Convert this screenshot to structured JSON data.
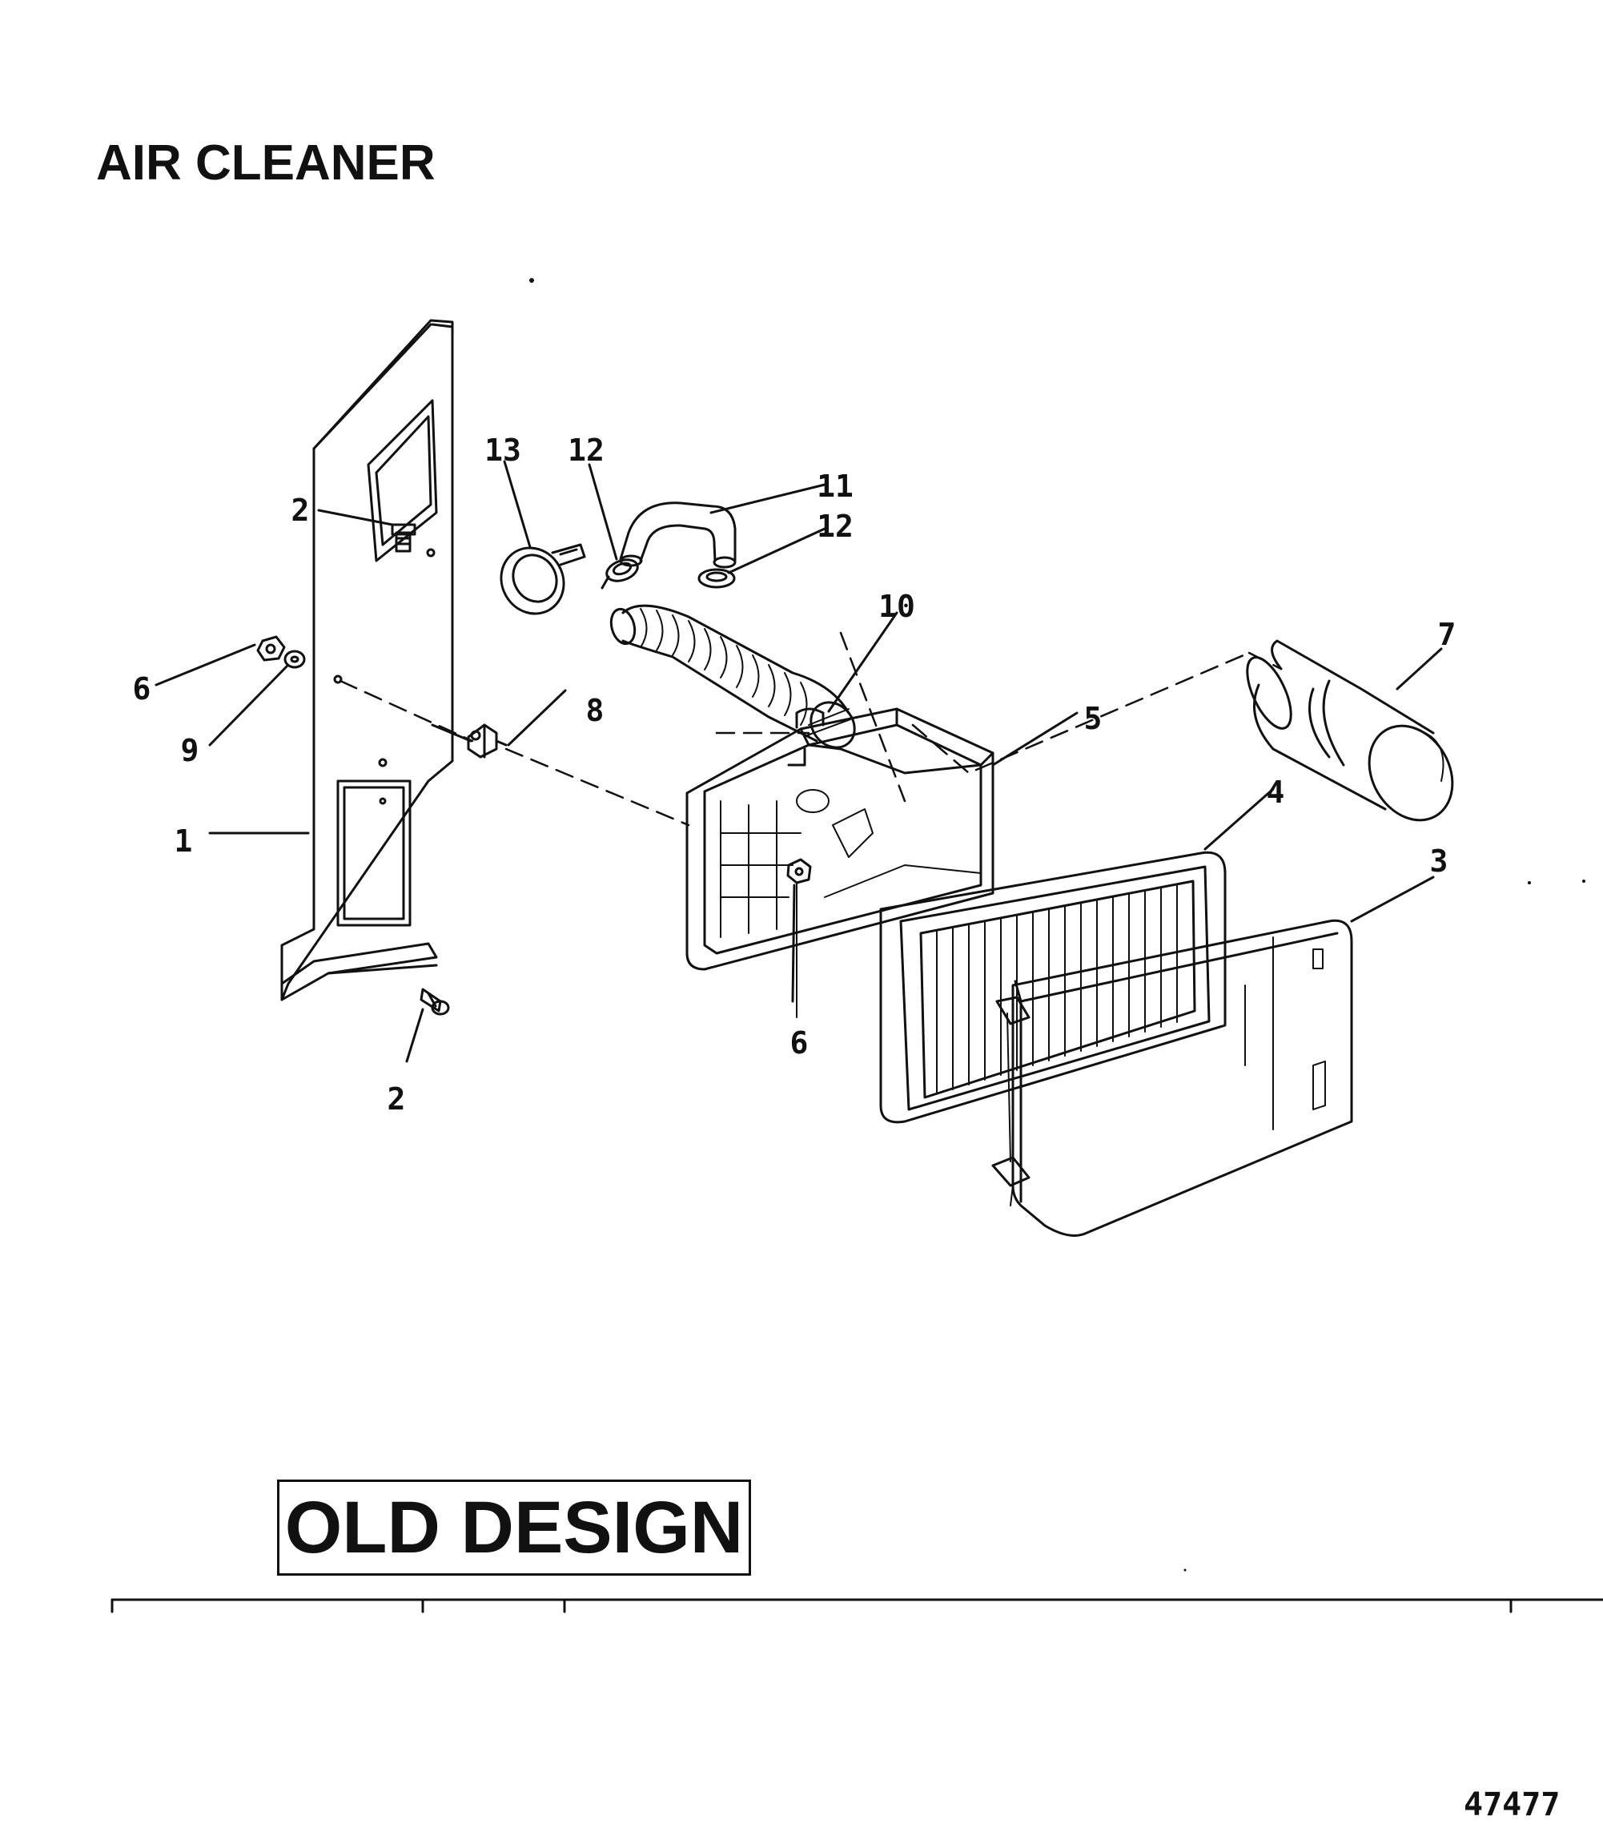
{
  "title": "AIR CLEANER",
  "design_label": "OLD DESIGN",
  "drawing_number": "47477",
  "callouts": {
    "c1": "1",
    "c2_top": "2",
    "c2_bottom": "2",
    "c3": "3",
    "c4": "4",
    "c5": "5",
    "c6_left": "6",
    "c6_center": "6",
    "c7": "7",
    "c8": "8",
    "c9": "9",
    "c10": "10",
    "c11": "11",
    "c12_left": "12",
    "c12_right": "12",
    "c13": "13"
  }
}
